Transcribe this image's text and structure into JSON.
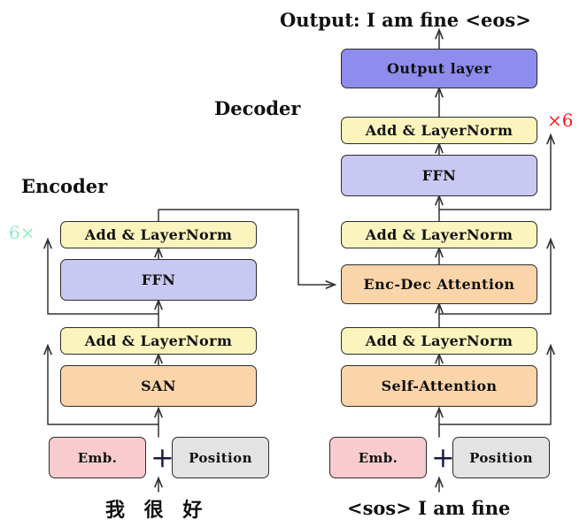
{
  "figure": {
    "title_top": "Output: I am fine <eos>",
    "encoder_label": "Encoder",
    "decoder_label": "Decoder",
    "encoder_repeat": "6×",
    "decoder_repeat": "×6",
    "plus_symbol": "+",
    "encoder_input_text": "我 很 好",
    "decoder_input_text": "<sos> I am fine"
  },
  "colors": {
    "yellow": "#fbf5bd",
    "purple_light": "#c9c8f2",
    "purple_strong": "#8e8ced",
    "orange": "#fbd5aa",
    "pink": "#f8ccce",
    "gray": "#e3e3e3",
    "stroke": "#2b2b2b",
    "wire": "#333333",
    "encoder_repeat_color": "#90eec0",
    "decoder_repeat_color": "#ff1a1a"
  },
  "encoder": {
    "blocks": [
      {
        "id": "enc-addnorm-top",
        "label": "Add & LayerNorm",
        "fill": "yellow"
      },
      {
        "id": "enc-ffn",
        "label": "FFN",
        "fill": "purple_light"
      },
      {
        "id": "enc-addnorm-bot",
        "label": "Add & LayerNorm",
        "fill": "yellow"
      },
      {
        "id": "enc-san",
        "label": "SAN",
        "fill": "orange"
      },
      {
        "id": "enc-emb",
        "label": "Emb.",
        "fill": "pink"
      },
      {
        "id": "enc-pos",
        "label": "Position",
        "fill": "gray"
      }
    ]
  },
  "decoder": {
    "blocks": [
      {
        "id": "dec-output-layer",
        "label": "Output layer",
        "fill": "purple_strong"
      },
      {
        "id": "dec-addnorm-top",
        "label": "Add & LayerNorm",
        "fill": "yellow"
      },
      {
        "id": "dec-ffn",
        "label": "FFN",
        "fill": "purple_light"
      },
      {
        "id": "dec-addnorm-mid",
        "label": "Add & LayerNorm",
        "fill": "yellow"
      },
      {
        "id": "dec-encdec-attn",
        "label": "Enc-Dec Attention",
        "fill": "orange"
      },
      {
        "id": "dec-addnorm-bot",
        "label": "Add & LayerNorm",
        "fill": "yellow"
      },
      {
        "id": "dec-self-attn",
        "label": "Self-Attention",
        "fill": "orange"
      },
      {
        "id": "dec-emb",
        "label": "Emb.",
        "fill": "pink"
      },
      {
        "id": "dec-pos",
        "label": "Position",
        "fill": "gray"
      }
    ]
  }
}
